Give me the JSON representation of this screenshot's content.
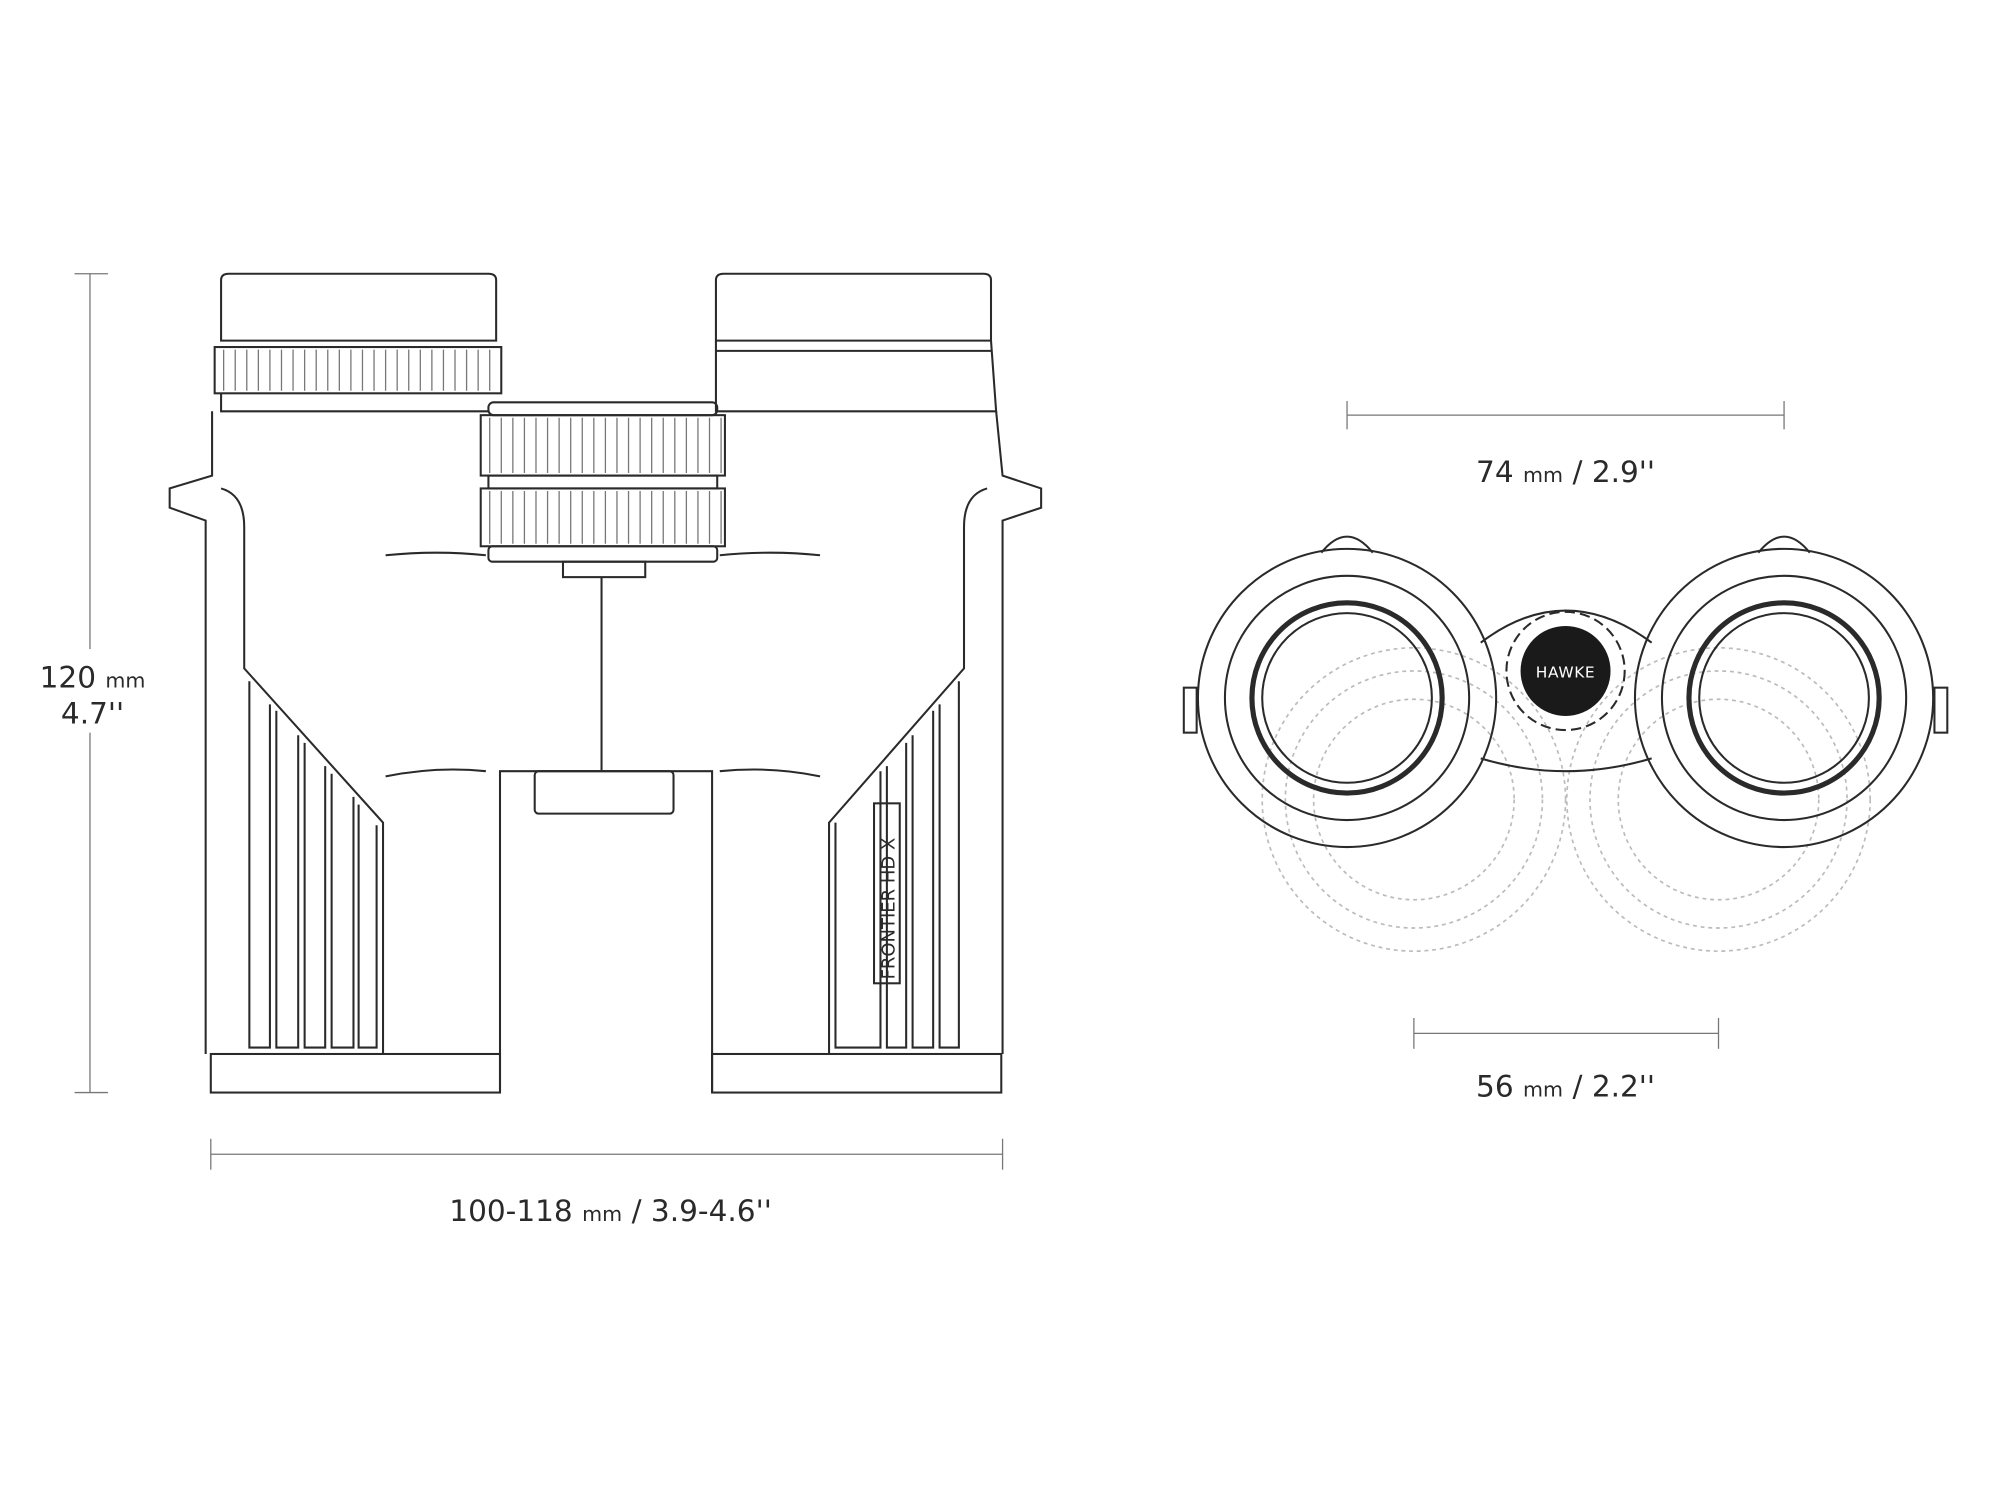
{
  "product": {
    "model_label": "FRONTIER HD X",
    "logo_text": "HAWKE"
  },
  "dimensions": {
    "height": {
      "value": "120",
      "unit": "mm",
      "imperial": "4.7''"
    },
    "width": {
      "value": "100-118",
      "unit": "mm",
      "imperial": "/ 3.9-4.6''"
    },
    "max_ipd": {
      "value": "74",
      "unit": "mm",
      "imperial": "/ 2.9''"
    },
    "min_ipd": {
      "value": "56",
      "unit": "mm",
      "imperial": "/ 2.2''"
    }
  },
  "colors": {
    "line": "#2a2a2a",
    "dim_line": "#777777",
    "ghost": "#bbbbbb"
  }
}
